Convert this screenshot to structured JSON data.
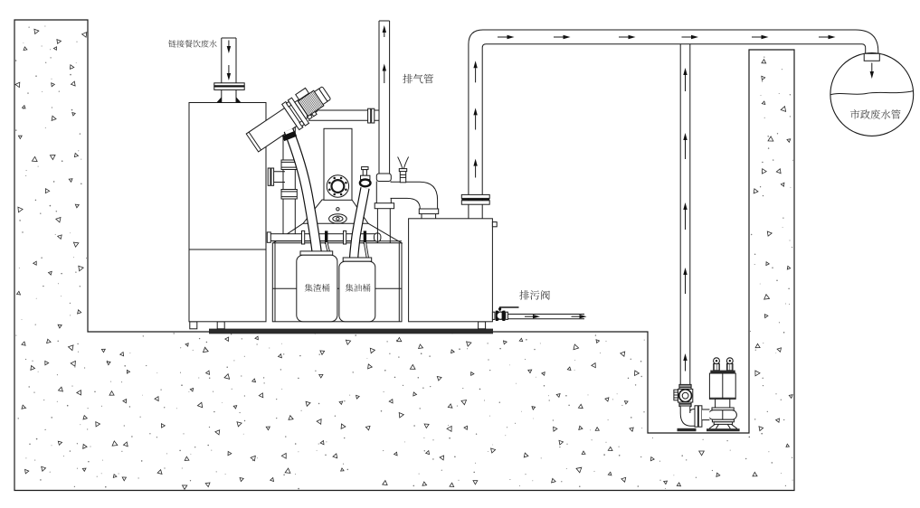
{
  "diagram": {
    "kind": "technical piping schematic (CAD line drawing)",
    "subject": "kitchen wastewater grease separator and sewage lifting station, section view",
    "background_color": "#ffffff",
    "line_color": "#1a1a1a"
  },
  "labels": {
    "inlet": "链接餐饮废水",
    "vent": "排气管",
    "drain": "排污阀",
    "slag": "集渣桶",
    "oil": "集油桶",
    "municipal": "市政废水管"
  }
}
